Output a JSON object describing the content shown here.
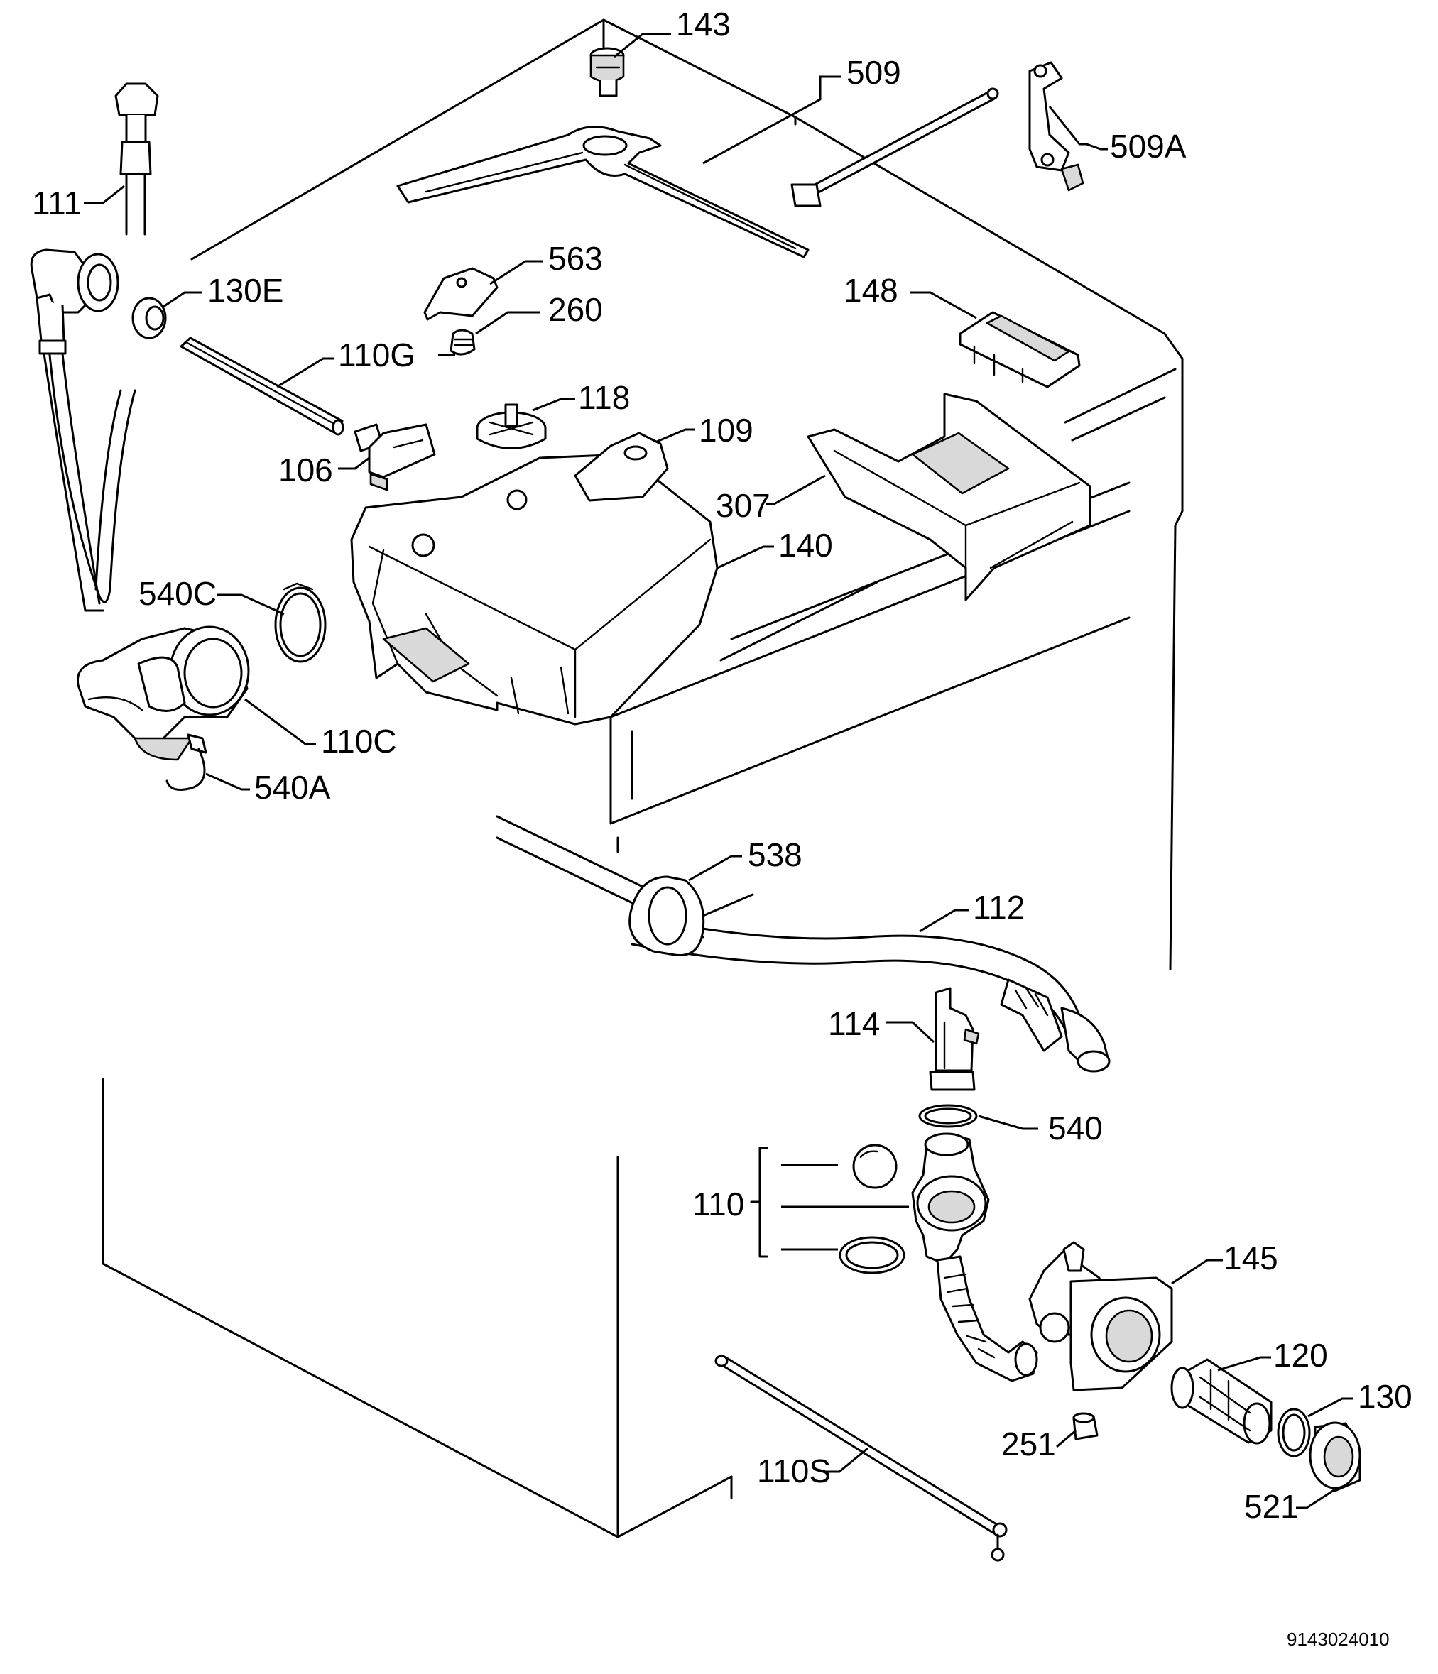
{
  "labels": {
    "l143": "143",
    "l509": "509",
    "l509A": "509A",
    "l111": "111",
    "l130E": "130E",
    "l563": "563",
    "l260": "260",
    "l148": "148",
    "l110G": "110G",
    "l118": "118",
    "l109": "109",
    "l106": "106",
    "l307": "307",
    "l140": "140",
    "l540C": "540C",
    "l110C": "110C",
    "l540A": "540A",
    "l538": "538",
    "l112": "112",
    "l114": "114",
    "l540": "540",
    "l110": "110",
    "l145": "145",
    "l120": "120",
    "l130": "130",
    "l251": "251",
    "l110S": "110S",
    "l521": "521"
  },
  "document_number": "9143024010"
}
